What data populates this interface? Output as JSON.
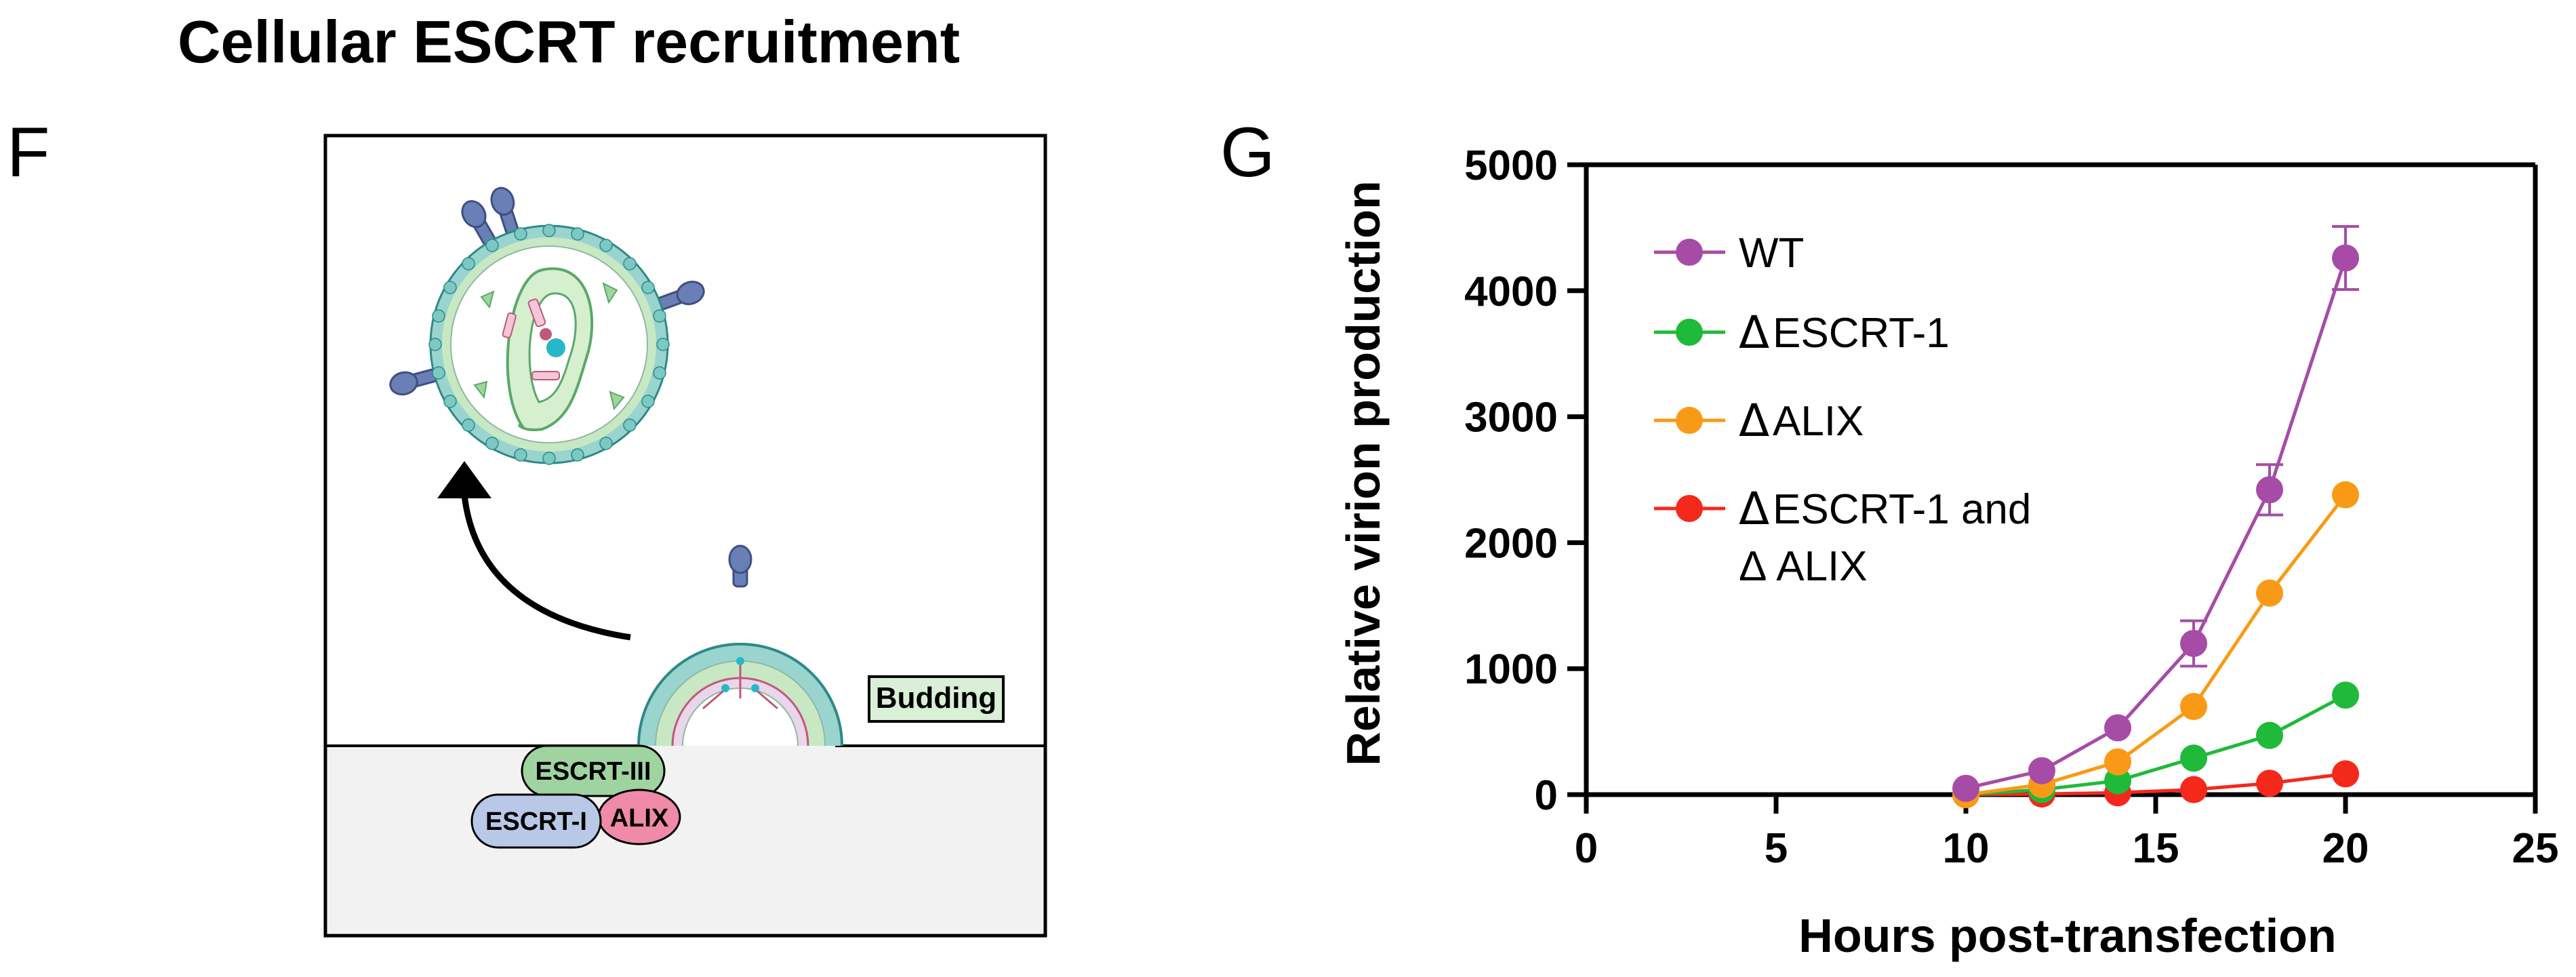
{
  "figure": {
    "title": "Cellular ESCRT recruitment",
    "panel_f_letter": "F",
    "panel_g_letter": "G"
  },
  "schematic": {
    "budding_label": "Budding",
    "escrt3_label": "ESCRT-III",
    "escrt1_label": "ESCRT-I",
    "alix_label": "ALIX",
    "colors": {
      "membrane": "#9ad4cf",
      "lipid_tail": "#c8e8c4",
      "capsid": "#d6efcf",
      "glycoprotein": "#6a7fb5",
      "escrt3_fill": "#9fd4a0",
      "escrt1_fill": "#b8c8e6",
      "alix_fill": "#ef8aa8",
      "budding_fill": "#d9efd6",
      "cell_fill": "#f2f2f2"
    },
    "icons": [
      "virion-particle-icon",
      "release-arrow-icon",
      "budding-virion-icon"
    ]
  },
  "chart_data": {
    "type": "line",
    "title": "",
    "xlabel": "Hours post-transfection",
    "ylabel": "Relative virion production",
    "xlim": [
      0,
      25
    ],
    "ylim": [
      0,
      5000
    ],
    "xticks": [
      0,
      5,
      10,
      15,
      20,
      25
    ],
    "yticks": [
      0,
      1000,
      2000,
      3000,
      4000,
      5000
    ],
    "grid": false,
    "legend_position": "top-left",
    "x": [
      10,
      12,
      14,
      16,
      18,
      20
    ],
    "series": [
      {
        "name": "WT",
        "legend_prefix": "",
        "legend_lines": [
          "WT"
        ],
        "color": "#a64ca6",
        "values": [
          50,
          190,
          530,
          1200,
          2420,
          4260
        ],
        "error": [
          0,
          0,
          0,
          180,
          200,
          250
        ]
      },
      {
        "name": "ΔESCRT-1",
        "legend_prefix": "Δ",
        "legend_lines": [
          "ESCRT-1"
        ],
        "color": "#1fba3a",
        "values": [
          0,
          40,
          110,
          290,
          470,
          790
        ],
        "error": [
          0,
          0,
          0,
          0,
          0,
          0
        ]
      },
      {
        "name": "ΔALIX",
        "legend_prefix": "Δ",
        "legend_lines": [
          "ALIX"
        ],
        "color": "#f99a16",
        "values": [
          0,
          80,
          260,
          700,
          1600,
          2380
        ],
        "error": [
          0,
          0,
          0,
          0,
          0,
          0
        ]
      },
      {
        "name": "ΔESCRT-1 and ΔALIX",
        "legend_prefix": "Δ",
        "legend_lines": [
          "ESCRT-1 and",
          "Δ ALIX"
        ],
        "color": "#f5281c",
        "values": [
          0,
          5,
          15,
          40,
          90,
          165
        ],
        "error": [
          0,
          0,
          0,
          0,
          0,
          0
        ]
      }
    ]
  }
}
